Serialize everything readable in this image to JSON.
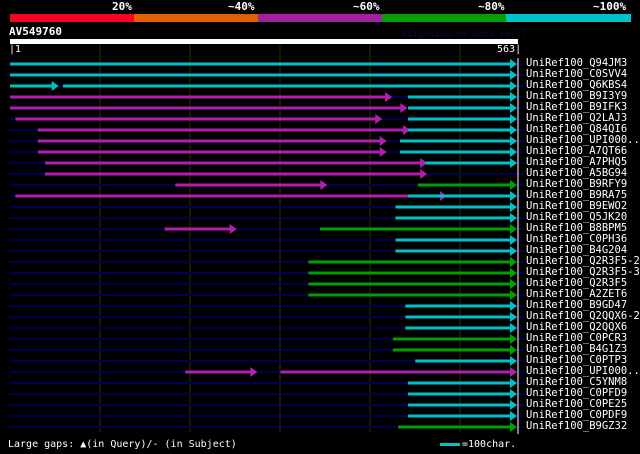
{
  "color_key": [
    {
      "label": "20%",
      "color": "#ff0020"
    },
    {
      "label": "~40%",
      "color": "#e06000"
    },
    {
      "label": "~60%",
      "color": "#a020a0"
    },
    {
      "label": "~80%",
      "color": "#00a000"
    },
    {
      "label": "~100%",
      "color": "#00c0c8"
    }
  ],
  "query": {
    "name": "AV549760",
    "start": "1",
    "end": "563",
    "length": 563
  },
  "version_text": "AlignView.pm Beta rel.7",
  "hits": [
    {
      "label": "UniRef100_Q94JM3",
      "segs": [
        [
          1,
          563,
          "c"
        ]
      ]
    },
    {
      "label": "UniRef100_C0SVV4",
      "segs": [
        [
          1,
          563,
          "c"
        ]
      ]
    },
    {
      "label": "UniRef100_Q6KBS4",
      "segs": [
        [
          1,
          53,
          "c"
        ],
        [
          60,
          563,
          "c"
        ]
      ]
    },
    {
      "label": "UniRef100_B9I3Y9",
      "segs": [
        [
          1,
          424,
          "m"
        ],
        [
          444,
          563,
          "c"
        ]
      ]
    },
    {
      "label": "UniRef100_B9IFK3",
      "segs": [
        [
          1,
          441,
          "m"
        ],
        [
          444,
          563,
          "c"
        ]
      ]
    },
    {
      "label": "UniRef100_Q2LAJ3",
      "segs": [
        [
          7,
          413,
          "m"
        ],
        [
          444,
          563,
          "c"
        ]
      ]
    },
    {
      "label": "UniRef100_Q84QI6",
      "segs": [
        [
          32,
          444,
          "m"
        ],
        [
          444,
          563,
          "c"
        ]
      ]
    },
    {
      "label": "UniRef100_UPI000..",
      "segs": [
        [
          32,
          418,
          "m"
        ],
        [
          435,
          563,
          "c"
        ]
      ]
    },
    {
      "label": "UniRef100_A7QT66",
      "segs": [
        [
          32,
          418,
          "m"
        ],
        [
          435,
          563,
          "c"
        ]
      ]
    },
    {
      "label": "UniRef100_A7PHQ5",
      "segs": [
        [
          40,
          463,
          "m"
        ],
        [
          463,
          563,
          "c"
        ]
      ]
    },
    {
      "label": "UniRef100_A5BG94",
      "segs": [
        [
          40,
          463,
          "m"
        ]
      ]
    },
    {
      "label": "UniRef100_B9RFY9",
      "segs": [
        [
          185,
          352,
          "m"
        ],
        [
          455,
          563,
          "g"
        ]
      ]
    },
    {
      "label": "UniRef100_B9RA75",
      "segs": [
        [
          7,
          485,
          "m"
        ],
        [
          444,
          563,
          "c"
        ]
      ]
    },
    {
      "label": "UniRef100_B9EWO2",
      "segs": [
        [
          430,
          563,
          "c"
        ]
      ]
    },
    {
      "label": "UniRef100_Q5JK20",
      "segs": [
        [
          430,
          563,
          "c"
        ]
      ]
    },
    {
      "label": "UniRef100_B8BPM5",
      "segs": [
        [
          173,
          251,
          "m"
        ],
        [
          346,
          563,
          "g"
        ]
      ]
    },
    {
      "label": "UniRef100_C0PH36",
      "segs": [
        [
          430,
          563,
          "c"
        ]
      ]
    },
    {
      "label": "UniRef100_B4G204",
      "segs": [
        [
          430,
          563,
          "c"
        ]
      ]
    },
    {
      "label": "UniRef100_Q2R3F5-2",
      "segs": [
        [
          333,
          563,
          "g"
        ]
      ]
    },
    {
      "label": "UniRef100_Q2R3F5-3",
      "segs": [
        [
          333,
          563,
          "g"
        ]
      ]
    },
    {
      "label": "UniRef100_Q2R3F5",
      "segs": [
        [
          333,
          563,
          "g"
        ]
      ]
    },
    {
      "label": "UniRef100_A2ZET6",
      "segs": [
        [
          333,
          563,
          "g"
        ]
      ]
    },
    {
      "label": "UniRef100_B9GD47",
      "segs": [
        [
          441,
          563,
          "c"
        ]
      ]
    },
    {
      "label": "UniRef100_Q2QQX6-2",
      "segs": [
        [
          441,
          563,
          "c"
        ]
      ]
    },
    {
      "label": "UniRef100_Q2QQX6",
      "segs": [
        [
          441,
          563,
          "c"
        ]
      ]
    },
    {
      "label": "UniRef100_C0PCR3",
      "segs": [
        [
          427,
          563,
          "g"
        ]
      ]
    },
    {
      "label": "UniRef100_B4G1Z3",
      "segs": [
        [
          427,
          563,
          "g"
        ]
      ]
    },
    {
      "label": "UniRef100_C0PTP3",
      "segs": [
        [
          452,
          563,
          "c"
        ]
      ]
    },
    {
      "label": "UniRef100_UPI000..",
      "segs": [
        [
          196,
          274,
          "m"
        ],
        [
          302,
          563,
          "m"
        ]
      ]
    },
    {
      "label": "UniRef100_C5YNM8",
      "segs": [
        [
          444,
          563,
          "c"
        ]
      ]
    },
    {
      "label": "UniRef100_C0PFD9",
      "segs": [
        [
          444,
          563,
          "c"
        ]
      ]
    },
    {
      "label": "UniRef100_C0PE25",
      "segs": [
        [
          444,
          563,
          "c"
        ]
      ]
    },
    {
      "label": "UniRef100_C0PDF9",
      "segs": [
        [
          444,
          563,
          "c"
        ]
      ]
    },
    {
      "label": "UniRef100_B9GZ32",
      "segs": [
        [
          433,
          563,
          "g"
        ]
      ]
    }
  ],
  "legend": {
    "text": "Large gaps: ▲(in Query)/- (in Subject)",
    "scale": "=100char."
  }
}
